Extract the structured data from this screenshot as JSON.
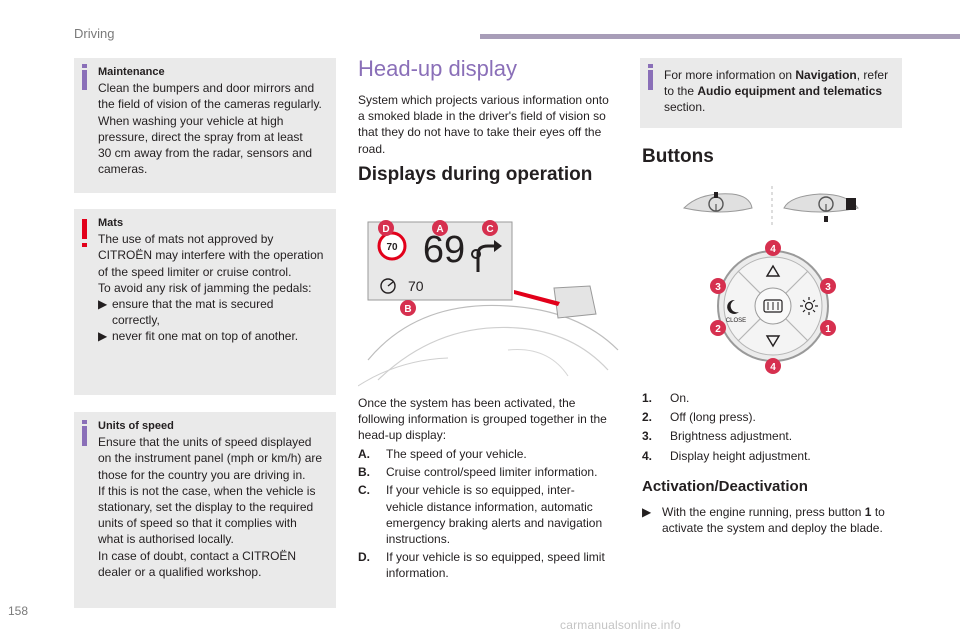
{
  "header": {
    "section": "Driving"
  },
  "page_number": "158",
  "watermark": "carmanualsonline.info",
  "left": {
    "maintenance": {
      "title": "Maintenance",
      "lines": [
        "Clean the bumpers and door mirrors and",
        "the field of vision of the cameras regularly.",
        "When washing your vehicle at high",
        "pressure, direct the spray from at least",
        "30 cm away from the radar, sensors and",
        "cameras."
      ]
    },
    "mats": {
      "title": "Mats",
      "lines": [
        "The use of mats not approved by",
        "CITROËN may interfere with the operation",
        "of the speed limiter or cruise control.",
        "To avoid any risk of jamming the pedals:"
      ],
      "bullets": [
        {
          "sym": "",
          "line1": "ensure that the mat is secured",
          "line2": "correctly,"
        },
        {
          "sym": "",
          "line1": "never fit one mat on top of another.",
          "line2": ""
        }
      ]
    },
    "units": {
      "title": "Units of speed",
      "lines": [
        "Ensure that the units of speed displayed",
        "on the instrument panel (mph or km/h) are",
        "those for the country you are driving in.",
        "If this is not the case, when the vehicle is",
        "stationary, set the display to the required",
        "units of speed so that it complies with",
        "what is authorised locally.",
        "In case of doubt, contact a CITROËN",
        "dealer or a qualified workshop."
      ]
    }
  },
  "middle": {
    "title": "Head-up display",
    "intro": [
      "System which projects various information onto",
      "a smoked blade in the driver's field of vision so",
      "that they do not have to take their eyes off the",
      "road."
    ],
    "displays_heading": "Displays during operation",
    "figure": {
      "speed": "69",
      "limit_sign": "70",
      "cruise_value": "70",
      "callouts": [
        "D",
        "A",
        "C",
        "B"
      ]
    },
    "once_text": [
      "Once the system has been activated, the",
      "following information is grouped together in the",
      "head-up display:"
    ],
    "items": [
      {
        "key": "A.",
        "lines": [
          "The speed of your vehicle."
        ]
      },
      {
        "key": "B.",
        "lines": [
          "Cruise control/speed limiter information."
        ]
      },
      {
        "key": "C.",
        "lines": [
          "If your vehicle is so equipped, inter-",
          "vehicle distance information, automatic",
          "emergency braking alerts and navigation",
          "instructions."
        ]
      },
      {
        "key": "D.",
        "lines": [
          "If your vehicle is so equipped, speed limit",
          "information."
        ]
      }
    ]
  },
  "right": {
    "info": {
      "pre": "For more information on ",
      "nav": "Navigation",
      "mid": ", refer",
      "line2_pre": "to the ",
      "audio": "Audio equipment and telematics",
      "line3": "section."
    },
    "buttons_heading": "Buttons",
    "control": {
      "close_label": "CLOSE",
      "numbers": [
        "4",
        "3",
        "3",
        "2",
        "1",
        "4"
      ]
    },
    "button_list": [
      {
        "key": "1.",
        "text": "On."
      },
      {
        "key": "2.",
        "text": "Off (long press)."
      },
      {
        "key": "3.",
        "text": "Brightness adjustment."
      },
      {
        "key": "4.",
        "text": "Display height adjustment."
      }
    ],
    "activation_heading": "Activation/Deactivation",
    "activation": {
      "sym": "",
      "pre": "With the engine running, press button ",
      "num": "1",
      "post": " to",
      "line2": "activate the system and deploy the blade."
    }
  },
  "colors": {
    "accent": "#8a6fb8",
    "warning": "#e2001a",
    "callout": "#d6304f",
    "bar": "#a89db8",
    "box": "#eaeaea"
  }
}
